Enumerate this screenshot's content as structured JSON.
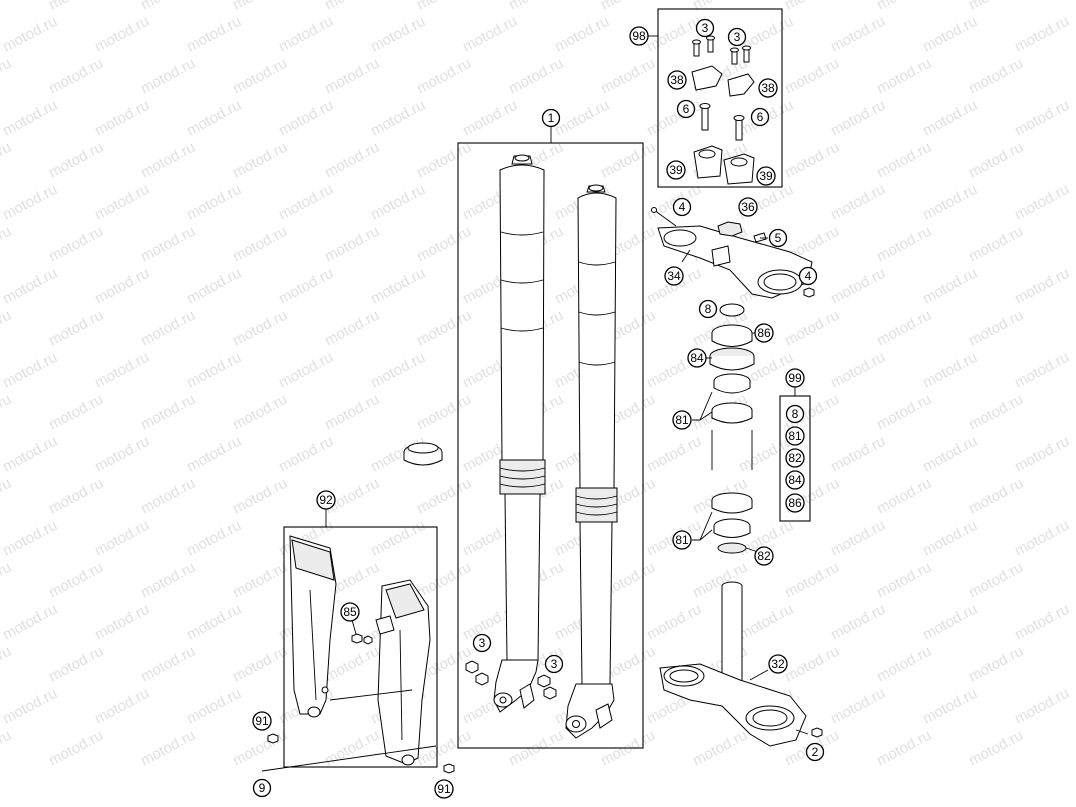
{
  "watermark": {
    "text": "motod.ru"
  },
  "callouts": {
    "c1": "1",
    "c2": "2",
    "c3a": "3",
    "c3b": "3",
    "c3c": "3",
    "c3d": "3",
    "c4a": "4",
    "c4b": "4",
    "c5": "5",
    "c6a": "6",
    "c6b": "6",
    "c8a": "8",
    "c8b": "8",
    "c9": "9",
    "c32": "32",
    "c34": "34",
    "c36": "36",
    "c38a": "38",
    "c38b": "38",
    "c39a": "39",
    "c39b": "39",
    "c81a": "81",
    "c81b": "81",
    "c81c": "81",
    "c82a": "82",
    "c82b": "82",
    "c84a": "84",
    "c84b": "84",
    "c85": "85",
    "c86a": "86",
    "c86b": "86",
    "c91a": "91",
    "c91b": "91",
    "c92": "92",
    "c98": "98",
    "c99": "99"
  }
}
